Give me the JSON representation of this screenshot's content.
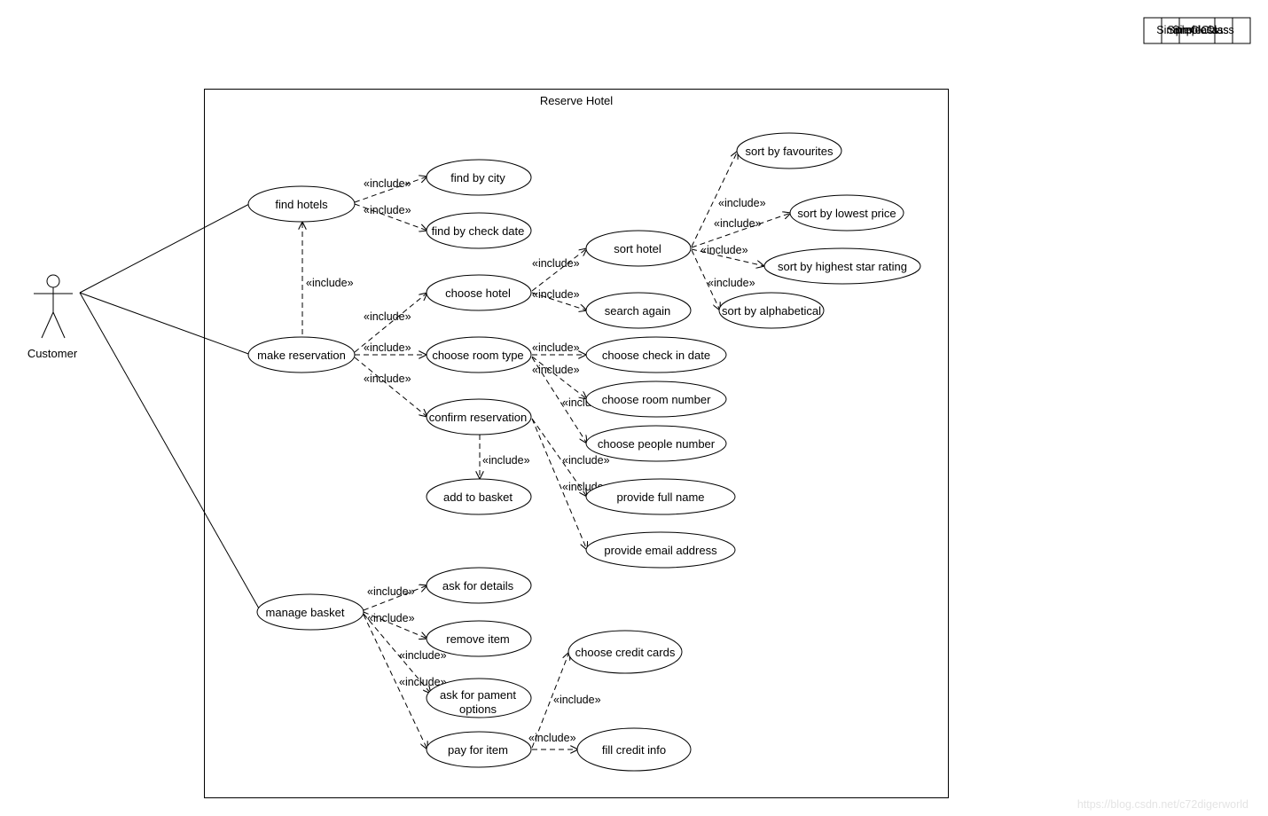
{
  "boundary": {
    "title": "Reserve Hotel"
  },
  "actor": {
    "name": "Customer"
  },
  "legend": [
    "SimpleClass",
    "SimpleClass",
    "SimpleClass"
  ],
  "include_label": "«include»",
  "use_cases": {
    "find_hotels": "find hotels",
    "make_reservation": "make reservation",
    "manage_basket": "manage basket",
    "find_by_city": "find by city",
    "find_by_check_date": "find by check date",
    "choose_hotel": "choose hotel",
    "choose_room_type": "choose room type",
    "confirm_reservation": "confirm reservation",
    "add_to_basket": "add to basket",
    "sort_hotel": "sort hotel",
    "search_again": "search again",
    "sort_by_favourites": "sort by favourites",
    "sort_by_lowest_price": "sort by lowest price",
    "sort_by_highest_star_rating": "sort by highest star rating",
    "sort_by_alphabetical": "sort by alphabetical",
    "choose_check_in_date": "choose check in date",
    "choose_room_number": "choose room number",
    "choose_people_number": "choose people number",
    "provide_full_name": "provide full name",
    "provide_email_address": "provide email address",
    "ask_for_details": "ask for details",
    "remove_item": "remove item",
    "ask_for_payment_options_line1": "ask for pament",
    "ask_for_payment_options_line2": "options",
    "pay_for_item": "pay for item",
    "choose_credit_cards": "choose credit cards",
    "fill_credit_info": "fill credit info"
  },
  "watermark": "https://blog.csdn.net/c72digerworld"
}
